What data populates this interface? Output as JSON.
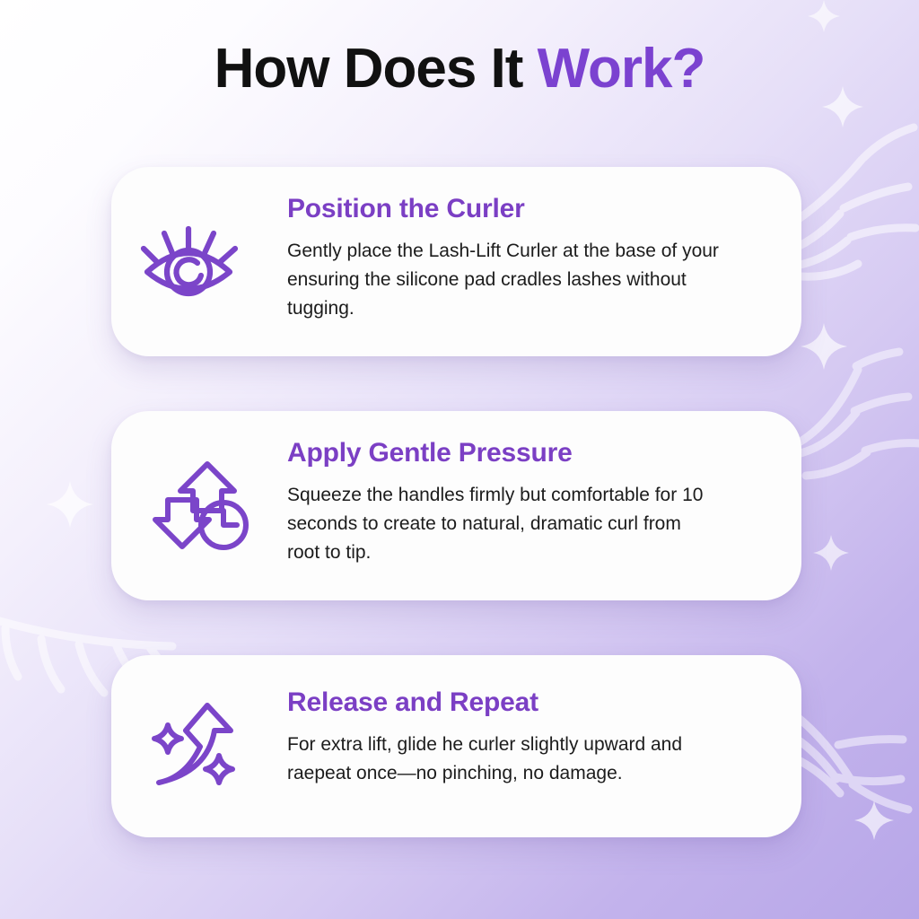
{
  "title": {
    "lead": "How Does It ",
    "accent": "Work?",
    "full": "How Does It Work?"
  },
  "colors": {
    "title_accent": "#7b42d0",
    "card_heading": "#7b3fc4",
    "icon_stroke": "#7b45c9",
    "body_text": "#1c1c1c",
    "card_background": "#fdfdfd",
    "background_start": "#ffffff",
    "background_end": "#b7a6e8"
  },
  "cards": [
    {
      "icon": "eye-with-lashes-icon",
      "heading": "Position the Curler",
      "body": "Gently place the Lash-Lift Curler at the base of your\nensuring the silicone pad cradles lashes without\ntugging."
    },
    {
      "icon": "arrows-and-clock-icon",
      "heading": "Apply Gentle Pressure",
      "body": "Squeeze the handles firmly but comfortable for 10\nseconds to create to natural, dramatic curl from\nroot to tip."
    },
    {
      "icon": "curved-arrow-sparkles-icon",
      "heading": "Release and Repeat",
      "body": "For extra lift, glide he curler slightly upward and\nraepeat once—no pinching, no damage."
    }
  ],
  "decorations": {
    "lashes": [
      "lash-top-right",
      "lash-mid-right",
      "lash-bottom-right",
      "lash-mid-left"
    ],
    "sparkles": [
      "sparkle-top-right",
      "sparkle-mid-right",
      "sparkle-mid-left",
      "sparkle-lower-right",
      "sparkle-bottom-right",
      "sparkle-corner-top"
    ]
  }
}
